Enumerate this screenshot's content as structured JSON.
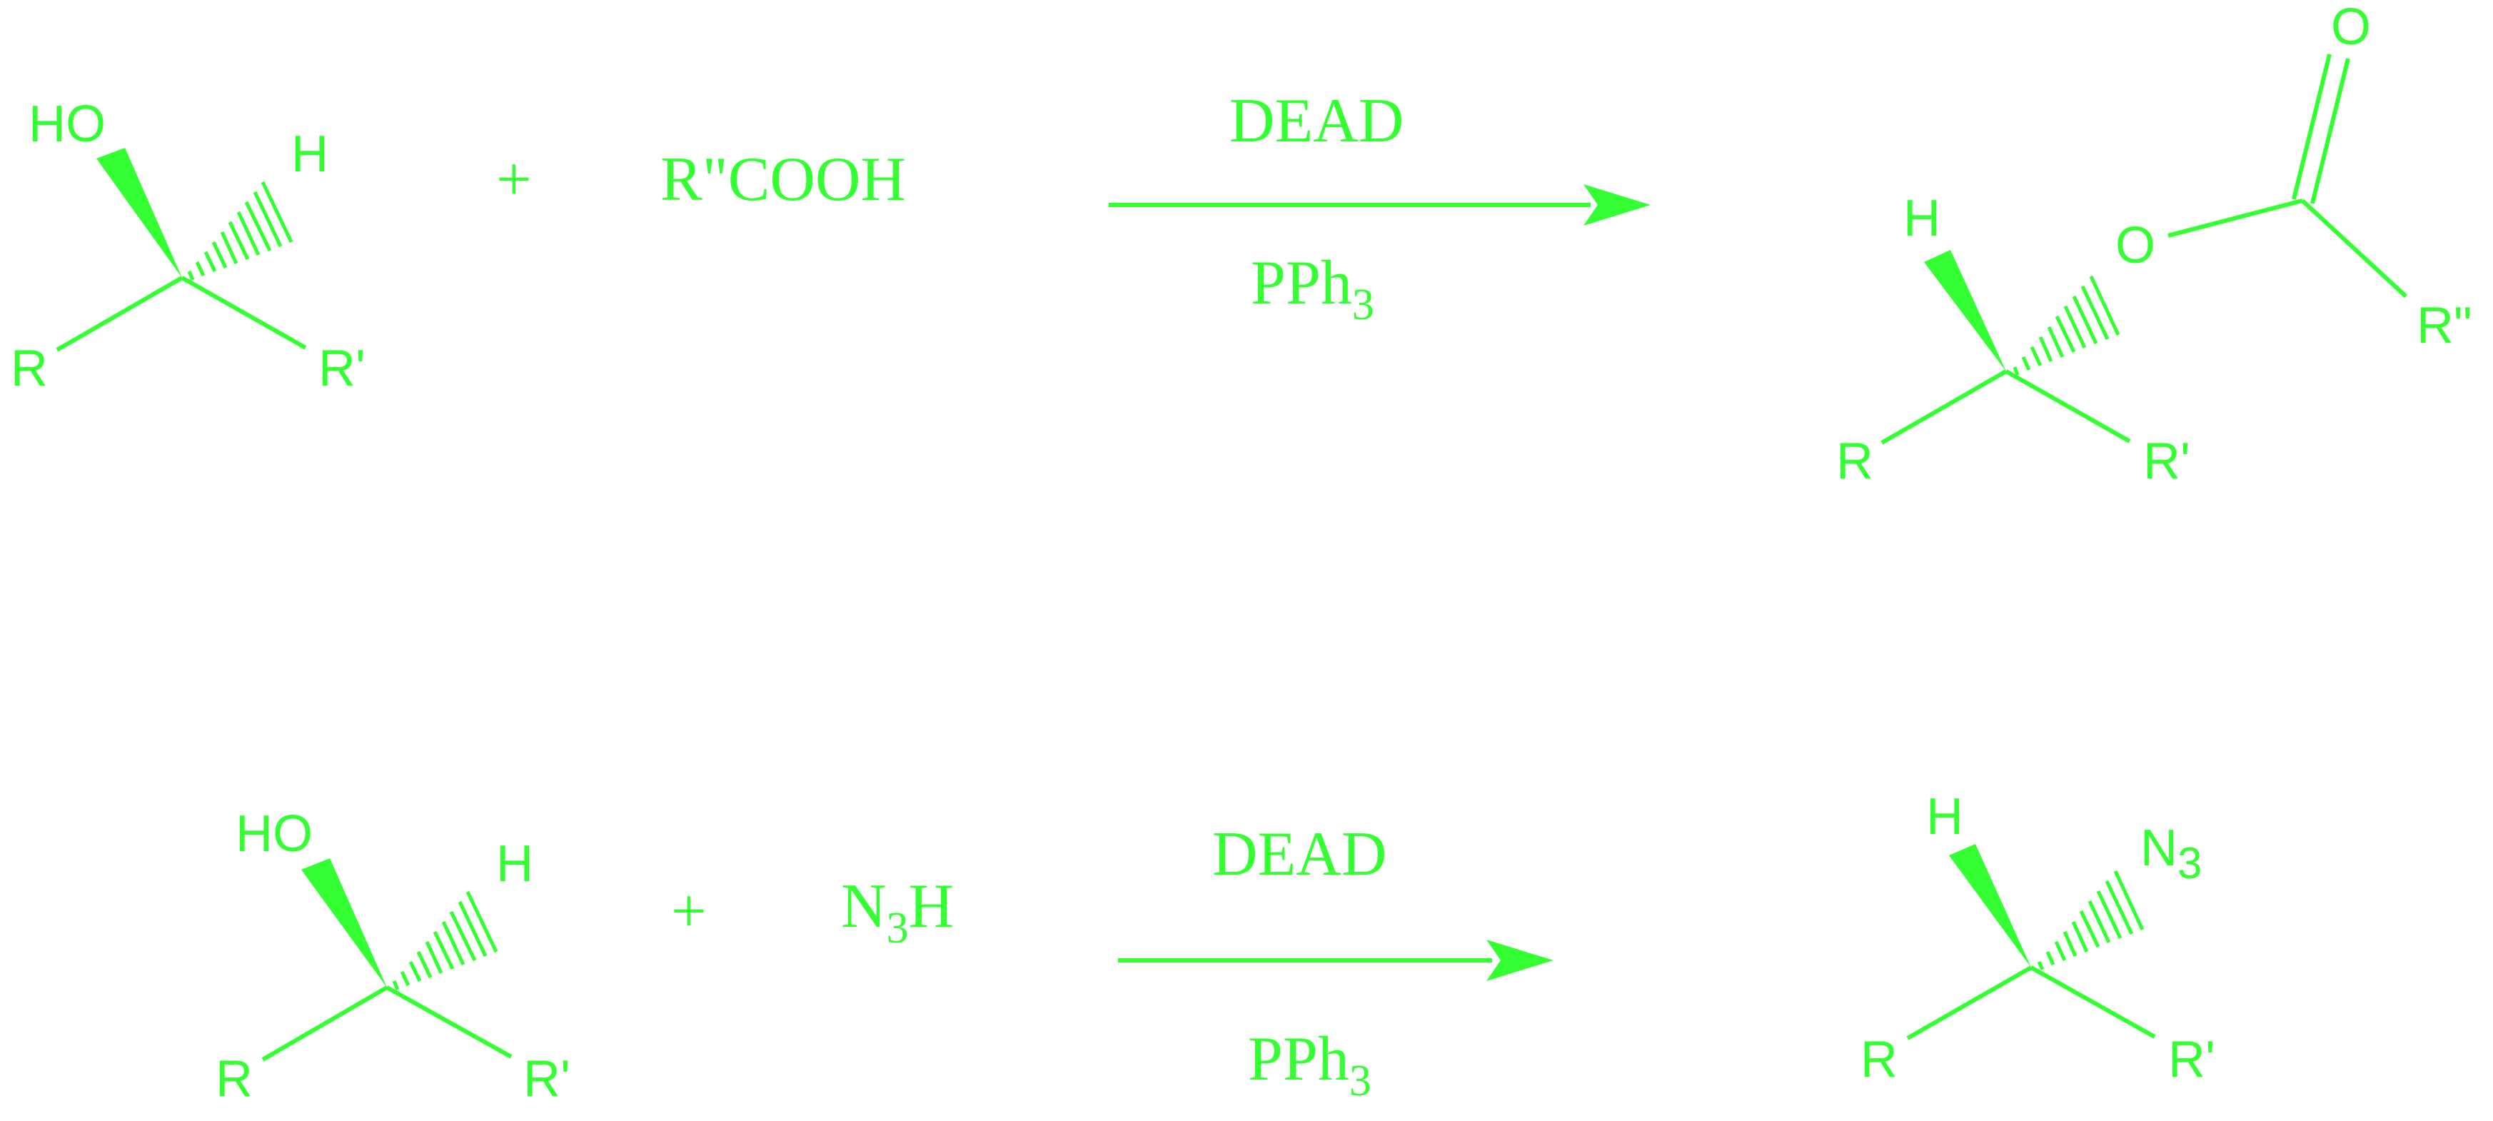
{
  "reactions": [
    {
      "reactant": {
        "hydroxyl": "HO",
        "hydrogen": "H",
        "r_left": "R",
        "r_right": "R'"
      },
      "plus": "+",
      "nucleophile": {
        "text": "R\"COOH"
      },
      "conditions": {
        "above": "DEAD",
        "below_main": "PPh",
        "below_sub": "3"
      },
      "product": {
        "hydrogen": "H",
        "oxygen": "O",
        "carbonyl_o": "O",
        "r_double": "R\"",
        "r_left": "R",
        "r_right": "R'"
      }
    },
    {
      "reactant": {
        "hydroxyl": "HO",
        "hydrogen": "H",
        "r_left": "R",
        "r_right": "R'"
      },
      "plus": "+",
      "nucleophile": {
        "main": "N",
        "sub": "3",
        "tail": "H"
      },
      "conditions": {
        "above": "DEAD",
        "below_main": "PPh",
        "below_sub": "3"
      },
      "product": {
        "hydrogen": "H",
        "azide_main": "N",
        "azide_sub": "3",
        "r_left": "R",
        "r_right": "R'"
      }
    }
  ],
  "colors": {
    "ink": "#33ff33",
    "background": "#ffffff"
  }
}
